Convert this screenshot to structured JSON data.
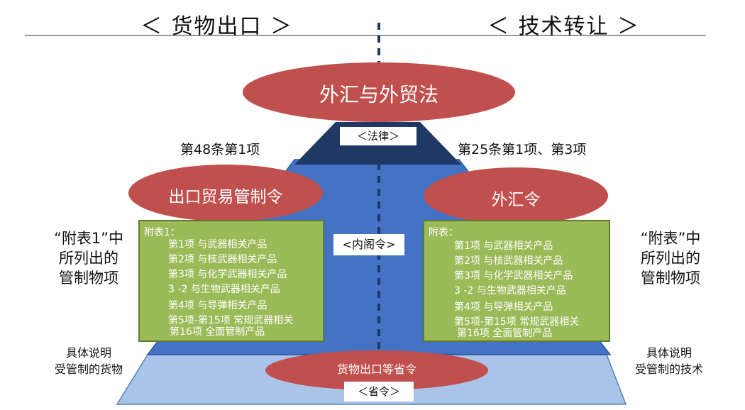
{
  "headers": {
    "left": "＜ 货物出口 ＞",
    "right": "＜ 技术转让 ＞"
  },
  "top_ellipse": "外汇与外贸法",
  "law_tag": "＜法律＞",
  "article_left": "第48条第1项",
  "article_right": "第25条第1项、第3项",
  "left_ellipse": "出口贸易管制令",
  "right_ellipse": "外汇令",
  "cabinet_tag": "<内阁令>",
  "left_side": {
    "line1": "“附表1”中",
    "line2": "所列出的",
    "line3": "管制物项"
  },
  "right_side": {
    "line1": "“附表”中",
    "line2": "所列出的",
    "line3": "管制物项"
  },
  "left_box": {
    "title": "附表1：",
    "rows": [
      "第1项  与武器相关产品",
      "第2项  与核武器相关产品",
      "第3项  与化学武器相关产品",
      "3 -2    与生物武器相关产品",
      "第4项  与导弹相关产品",
      "第5项-第15项  常规武器相关",
      "第16项  全面管制产品"
    ]
  },
  "right_box": {
    "title": "附表：",
    "rows": [
      "第1项  与武器相关产品",
      "第2项  与核武器相关产品",
      "第3项  与化学武器相关产品",
      "3 -2    与生物武器相关产品",
      "第4项  与导弹相关产品",
      "第5项-第15项  常规武器相关",
      "第16项  全面管制产品"
    ]
  },
  "bottom_left": {
    "line1": "具体说明",
    "line2": "受管制的货物"
  },
  "bottom_right": {
    "line1": "具体说明",
    "line2": "受管制的技术"
  },
  "bottom_ellipse": "货物出口等省令",
  "ministry_tag": "＜省令＞",
  "colors": {
    "ellipse": "#c0504d",
    "dark_navy": "#1f3864",
    "mid_blue": "#4472c4",
    "light_blue": "#a9c4e8",
    "green_box": "#9bbb59",
    "dashed_line": "#1f3864"
  }
}
